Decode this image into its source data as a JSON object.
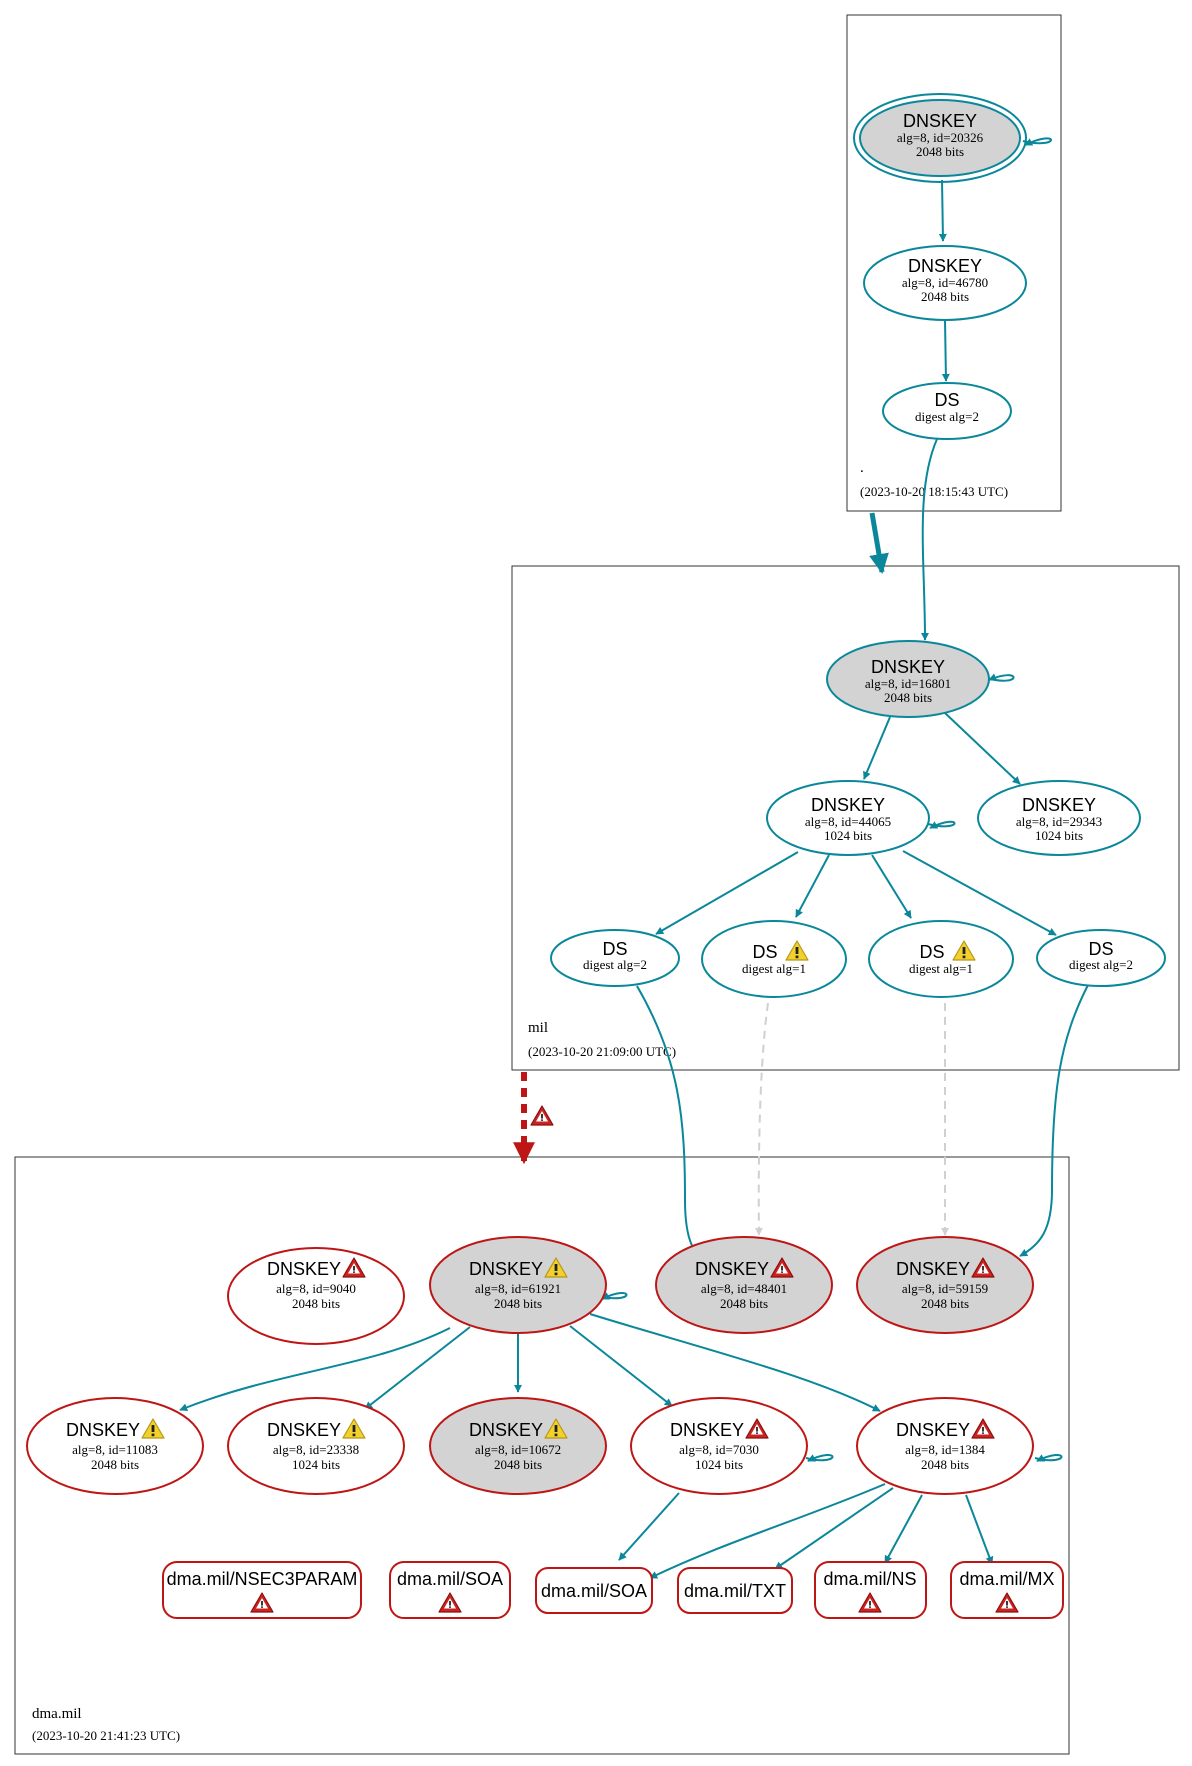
{
  "colors": {
    "secure": "#0a879a",
    "bogus": "#be1515",
    "insecure_edge": "#d0d0d0",
    "grey_fill": "#d3d3d3",
    "warning_yellow": "#f2d12a",
    "error_red": "#cc2222"
  },
  "zones": {
    "root": {
      "name": ".",
      "timestamp": "(2023-10-20 18:15:43 UTC)"
    },
    "mil": {
      "name": "mil",
      "timestamp": "(2023-10-20 21:09:00 UTC)"
    },
    "dma": {
      "name": "dma.mil",
      "timestamp": "(2023-10-20 21:41:23 UTC)"
    }
  },
  "nodes": {
    "root_ksk": {
      "title": "DNSKEY",
      "line1": "alg=8, id=20326",
      "line2": "2048 bits"
    },
    "root_zsk": {
      "title": "DNSKEY",
      "line1": "alg=8, id=46780",
      "line2": "2048 bits"
    },
    "root_ds": {
      "title": "DS",
      "line1": "digest alg=2"
    },
    "mil_ksk": {
      "title": "DNSKEY",
      "line1": "alg=8, id=16801",
      "line2": "2048 bits"
    },
    "mil_zsk1": {
      "title": "DNSKEY",
      "line1": "alg=8, id=44065",
      "line2": "1024 bits"
    },
    "mil_zsk2": {
      "title": "DNSKEY",
      "line1": "alg=8, id=29343",
      "line2": "1024 bits"
    },
    "mil_ds1": {
      "title": "DS",
      "line1": "digest alg=2"
    },
    "mil_ds2": {
      "title": "DS",
      "line1": "digest alg=1"
    },
    "mil_ds3": {
      "title": "DS",
      "line1": "digest alg=1"
    },
    "mil_ds4": {
      "title": "DS",
      "line1": "digest alg=2"
    },
    "dma_k9040": {
      "title": "DNSKEY",
      "line1": "alg=8, id=9040",
      "line2": "2048 bits"
    },
    "dma_k61921": {
      "title": "DNSKEY",
      "line1": "alg=8, id=61921",
      "line2": "2048 bits"
    },
    "dma_k48401": {
      "title": "DNSKEY",
      "line1": "alg=8, id=48401",
      "line2": "2048 bits"
    },
    "dma_k59159": {
      "title": "DNSKEY",
      "line1": "alg=8, id=59159",
      "line2": "2048 bits"
    },
    "dma_k11083": {
      "title": "DNSKEY",
      "line1": "alg=8, id=11083",
      "line2": "2048 bits"
    },
    "dma_k23338": {
      "title": "DNSKEY",
      "line1": "alg=8, id=23338",
      "line2": "1024 bits"
    },
    "dma_k10672": {
      "title": "DNSKEY",
      "line1": "alg=8, id=10672",
      "line2": "2048 bits"
    },
    "dma_k7030": {
      "title": "DNSKEY",
      "line1": "alg=8, id=7030",
      "line2": "1024 bits"
    },
    "dma_k1384": {
      "title": "DNSKEY",
      "line1": "alg=8, id=1384",
      "line2": "2048 bits"
    },
    "rr_nsec3param": {
      "title": "dma.mil/NSEC3PARAM"
    },
    "rr_soa1": {
      "title": "dma.mil/SOA"
    },
    "rr_soa2": {
      "title": "dma.mil/SOA"
    },
    "rr_txt": {
      "title": "dma.mil/TXT"
    },
    "rr_ns": {
      "title": "dma.mil/NS"
    },
    "rr_mx": {
      "title": "dma.mil/MX"
    }
  }
}
